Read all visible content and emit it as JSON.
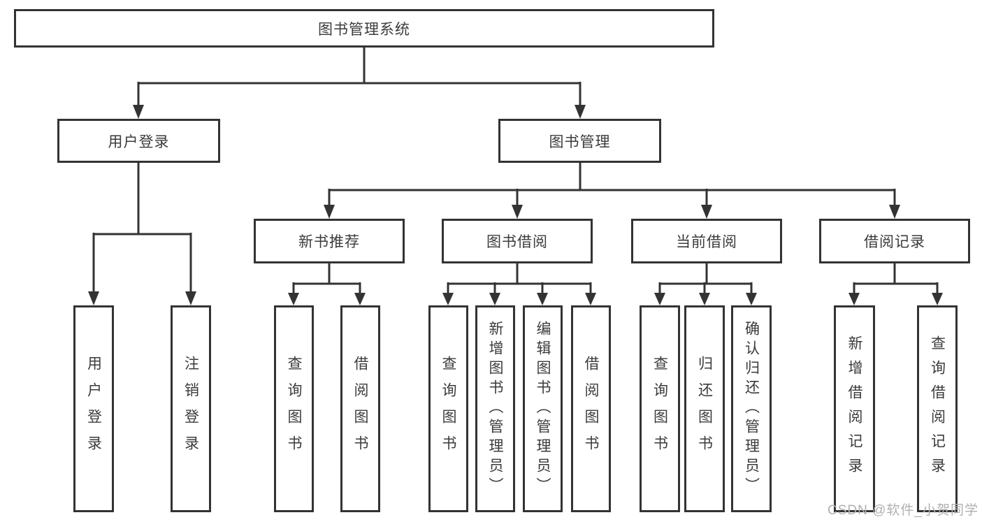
{
  "diagram": {
    "root": "图书管理系统",
    "user_login": {
      "label": "用户登录",
      "children": [
        "用户登录",
        "注销登录"
      ]
    },
    "book_management": {
      "label": "图书管理",
      "groups": [
        {
          "label": "新书推荐",
          "children": [
            "查询图书",
            "借阅图书"
          ]
        },
        {
          "label": "图书借阅",
          "children": [
            "查询图书",
            "新增图书（管理员）",
            "编辑图书（管理员）",
            "借阅图书"
          ]
        },
        {
          "label": "当前借阅",
          "children": [
            "查询图书",
            "归还图书",
            "确认归还（管理员）"
          ]
        },
        {
          "label": "借阅记录",
          "children": [
            "新增借阅记录",
            "查询借阅记录"
          ]
        }
      ]
    },
    "colors": {
      "line": "#333333",
      "text": "#3b3b3b",
      "background": "#ffffff",
      "watermark": "#b0b0b0"
    },
    "watermark": "CSDN @软件_小贺同学"
  }
}
